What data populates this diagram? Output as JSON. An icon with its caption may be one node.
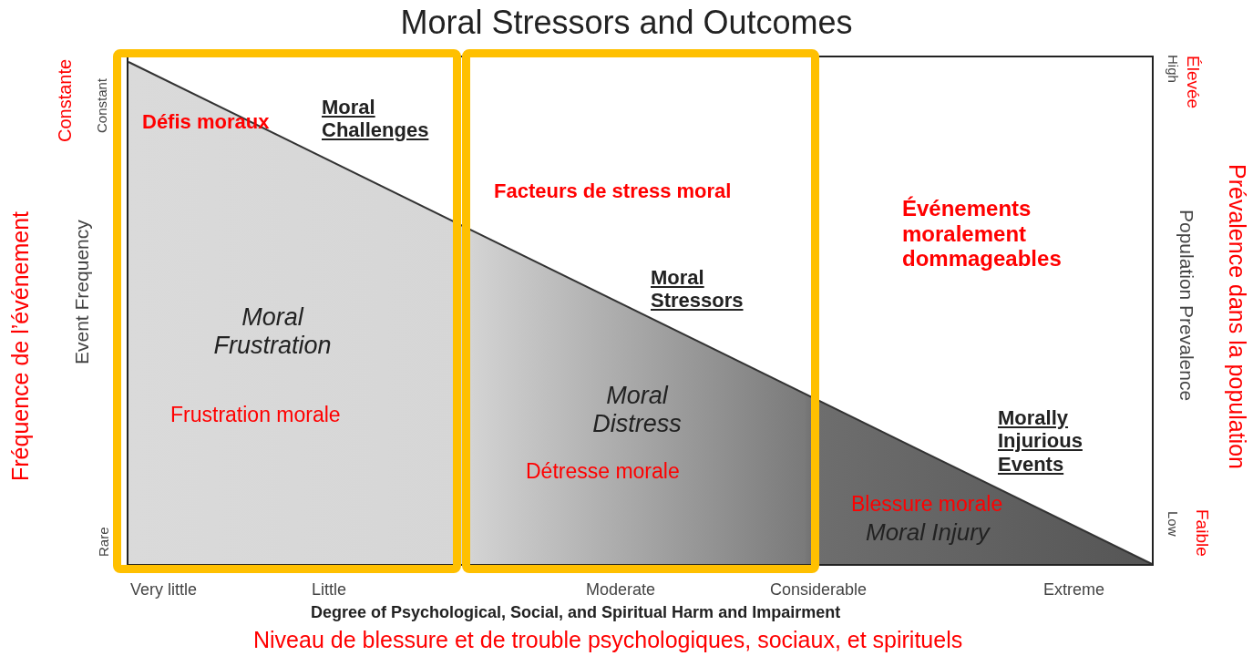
{
  "diagram": {
    "title": "Moral Stressors and Outcomes",
    "nodes": [
      {
        "text": [
          "Défis moraux",
          "Moral Challenges",
          "Moral Frustration",
          "Frustration morale"
        ]
      },
      {
        "text": [
          "Facteurs de stress moral",
          "Moral Stressors",
          "Moral Distress",
          "Détresse morale"
        ]
      }
    ],
    "edges": [],
    "labels": [
      "Constante",
      "Constant",
      "Event Frequency",
      "Fréquence de l’événement",
      "Rare",
      "Élevée",
      "High",
      "Population Prevalence",
      "Prévalence dans la population",
      "Low",
      "Faible",
      "Événements moralement dommageables",
      "Morally Injurious Events",
      "Blessure morale",
      "Moral Injury",
      "Very little",
      "Little",
      "Moderate",
      "Considerable",
      "Extreme",
      "Degree of Psychological, Social, and Spiritual Harm and Impairment",
      "Niveau de blessure et de trouble psychologiques, sociaux, et spirituels"
    ]
  }
}
